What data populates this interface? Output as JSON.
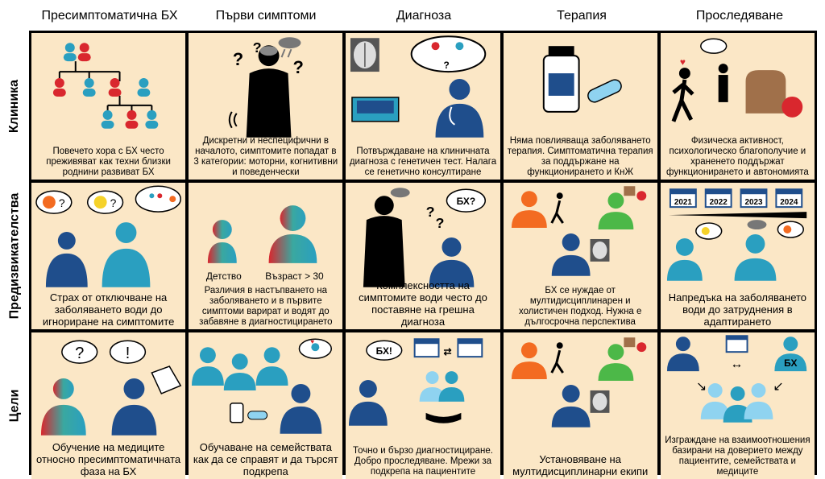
{
  "columns": [
    "Пресимптоматична БХ",
    "Първи симптоми",
    "Диагноза",
    "Терапия",
    "Проследяване"
  ],
  "rows": [
    "Клиника",
    "Предизвикателства",
    "Цели"
  ],
  "cells": {
    "r0c0": "Повечето хора с БХ често преживяват как техни близки роднини развиват БХ",
    "r0c1": "Дискретни и неспецифични в началото, симптомите попадат в 3 категории: моторни, когнитивни и поведенчески",
    "r0c2": "Потвърждаване на клиничната диагноза с генетичен тест. Налага се генетично консултиране",
    "r0c3": "Няма повлияваща заболяването терапия. Симптоматична терапия за поддържане на функционирането и КнЖ",
    "r0c4": "Физическа активност, психологическо благополучие и храненето поддържат функционирането и автономията",
    "r1c0": "Страх от отключване на заболяването води до игнориране на симптомите",
    "r1c1": "Различия в настъпването на заболяването и в първите симптоми варират и водят до забавяне в диагностицирането",
    "r1c2": "Комплексността на симптомите води често до поставяне на грешна диагноза",
    "r1c3": "БХ се нуждае от мултидисциплинарен и холистичен подход. Нужна е дългосрочна перспектива",
    "r1c4": "Напредъка на заболяването води до затруднения в адаптирането",
    "r2c0": "Обучение на медиците относно пресимптоматичната фаза на БХ",
    "r2c1": "Обучаване на семействата как да се справят и да търсят подкрепа",
    "r2c2": "Точно и бързо диагностициране. Добро проследяване. Мрежи за подкрепа на пациентите",
    "r2c3": "Установяване на мултидисциплинарни екипи",
    "r2c4": "Изграждане на взаимоотношения базирани на доверието между пациентите, семействата и медиците"
  },
  "labels": {
    "childhood": "Детство",
    "age": "Възраст > 30",
    "bh_q": "БХ?",
    "bh_ex": "БХ!",
    "bh": "БХ",
    "q": "?",
    "ex": "!",
    "years": [
      "2021",
      "2022",
      "2023",
      "2024"
    ]
  },
  "colors": {
    "cell_bg": "#fbe7c6",
    "navy": "#1f4e8c",
    "teal": "#2a9fc0",
    "red": "#d9272e",
    "green": "#4cb848",
    "orange": "#f36b21"
  }
}
